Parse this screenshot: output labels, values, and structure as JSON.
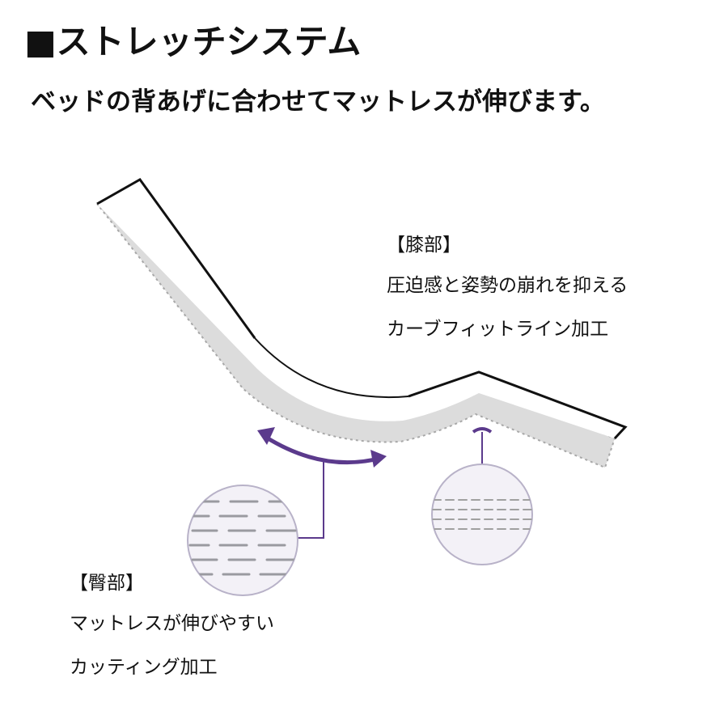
{
  "header": {
    "title": "■ストレッチシステム",
    "subtitle": "ベッドの背あげに合わせてマットレスが伸びます。"
  },
  "knee": {
    "heading": "【膝部】",
    "line1": "圧迫感と姿勢の崩れを抑える",
    "line2": "カーブフィットライン加工"
  },
  "hip": {
    "heading": "【臀部】",
    "line1": "マットレスが伸びやすい",
    "line2": "カッティング加工"
  },
  "colors": {
    "accent": "#5b3a8c",
    "outline": "#111111",
    "foam": "#dcdcdc",
    "foam_edge": "#a8a8a8"
  }
}
